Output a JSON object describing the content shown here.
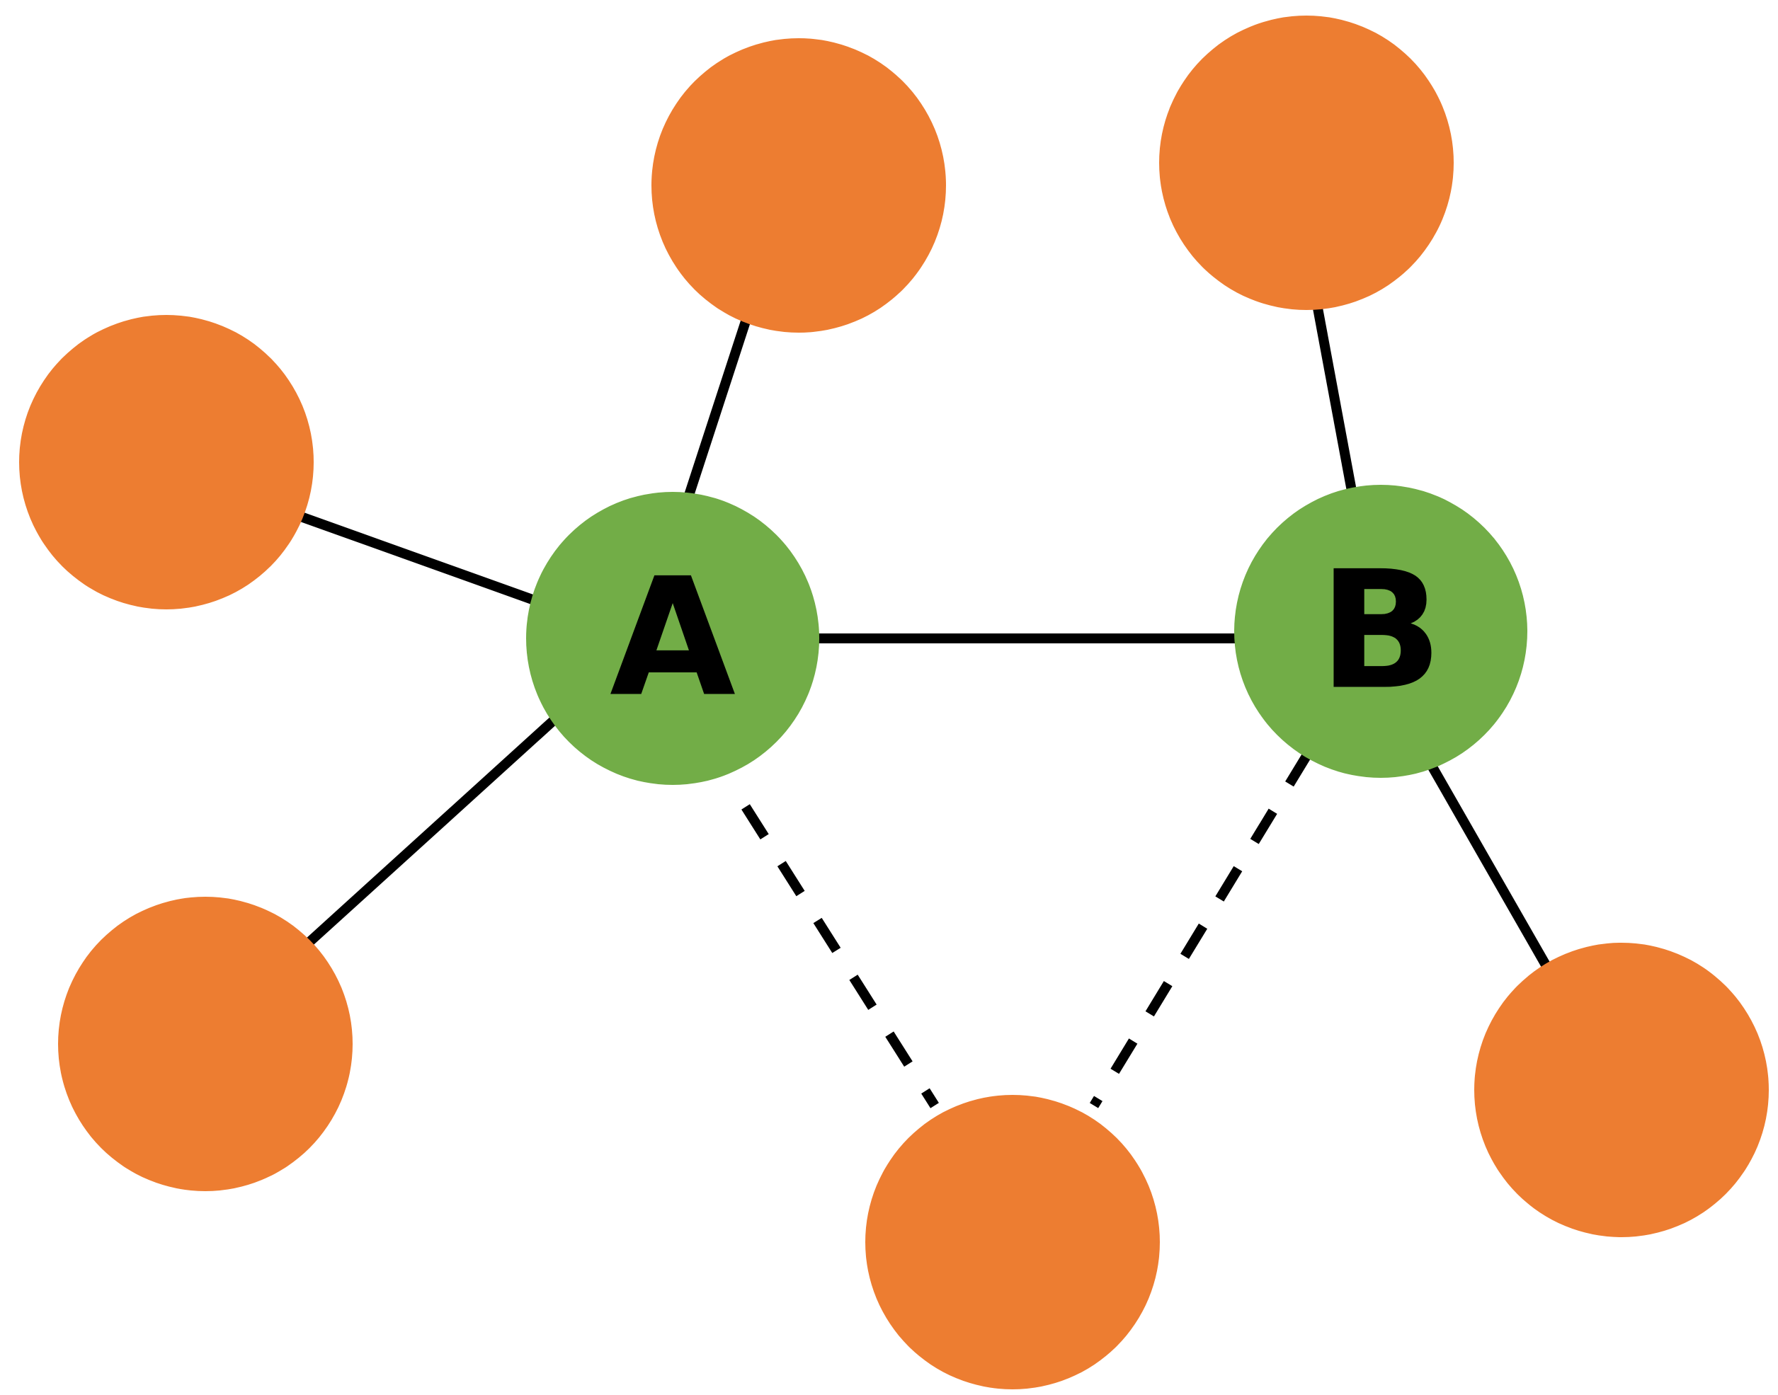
{
  "diagram": {
    "colors": {
      "hub_node": "#72AD47",
      "leaf_node": "#ED7D31",
      "edge": "#000000"
    },
    "nodes": {
      "a": {
        "label": "A"
      },
      "b": {
        "label": "B"
      }
    },
    "edge_styles": {
      "solid": "solid",
      "dashed": "dashed"
    }
  }
}
